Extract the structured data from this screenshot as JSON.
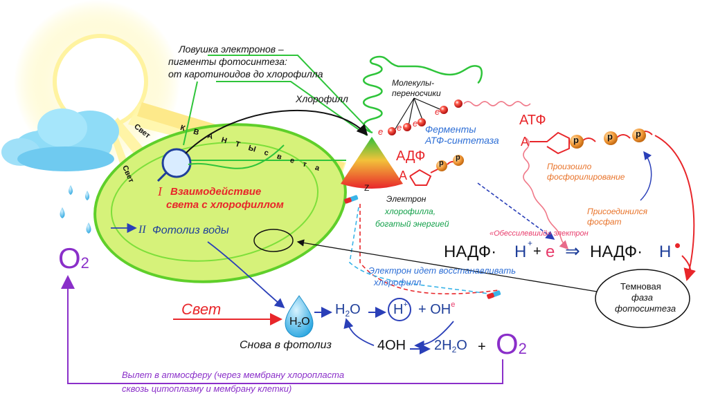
{
  "labels": {
    "trap_title": "Ловушка электронов –",
    "trap_line2": "пигменты фотосинтеза:",
    "trap_line3": "от каротиноидов до хлорофилла",
    "chlorophyll": "Хлорофилл",
    "carriers_line1": "Молекулы-",
    "carriers_line2": "переносчики",
    "quanta": "К В А Н Т Ы  с в е т а",
    "light_ray1": "Свет",
    "light_ray2": "Свет",
    "stage1_num": "I",
    "stage1_line1": "Взаимодействие",
    "stage1_line2": "света с хлорофиллом",
    "stage2_num": "II",
    "stage2_text": "Фотолиз воды",
    "enzymes_line1": "Ферменты",
    "enzymes_line2": "АТФ-синтетаза",
    "atf": "АТФ",
    "adf": "АДФ",
    "atf_a": "А",
    "adf_a": "А",
    "phosphate": "р",
    "phosphorylation_line1": "Произошло",
    "phosphorylation_line2": "фосфорилирование",
    "phosphate_joined_line1": "Присоединился",
    "phosphate_joined_line2": "фосфат",
    "electron_e": "е",
    "z_label": "Z",
    "electron_rich_line1": "Электрон",
    "electron_rich_line2": "хлорофилла,",
    "electron_rich_line3": "богатый энергией",
    "exhausted_electron": "«Обессилевший» электрон",
    "nadp_left": "НАДФ·",
    "nadp_h": "Н",
    "nadp_plus_sup": "+",
    "nadp_plus": "+",
    "nadp_e": "е",
    "nadp_arrow": "⇒",
    "nadp_right": "НАДФ·",
    "nadp_h2": "Н",
    "restore_line1": "Электрон идет восстанавливать",
    "restore_line2": "хлорофилл",
    "dark_line1": "Темновая",
    "dark_line2": "фаза",
    "dark_line3": "фотосинтеза",
    "o2_big": "О",
    "o2_sub": "2",
    "svet": "Свет",
    "h2o_drop": "Н",
    "h2o_drop_sub": "2",
    "h2o_drop_o": "О",
    "water_h2o": "Н",
    "water_h2o_sub": "2",
    "water_o": "О",
    "h_plus": "Н",
    "h_plus_sup": "+",
    "plus_oh": "+ ОН",
    "oh_sup": "е",
    "again_photolysis": "Снова в фотолиз",
    "four_oh": "4ОН",
    "two_h2o": "2Н",
    "two_h2o_sub": "2",
    "two_h2o_o": "О",
    "plus": "+",
    "o2_right": "О",
    "o2_right_sub": "2",
    "atmosphere_line1": "Вылет в атмосферу (через мембрану хлоропласта",
    "atmosphere_line2": "сквозь цитоплазму и мембрану клетки)"
  },
  "colors": {
    "sun": "#fff6a8",
    "chloroplast": "#d6f27a",
    "chloroplast_edge": "#5fcf2a",
    "cloud": "#8fdcf7",
    "water": "#3ab4e8",
    "phosphate": "#f29a3a",
    "electron": "#e8262a",
    "purple": "#8a2fc9"
  }
}
